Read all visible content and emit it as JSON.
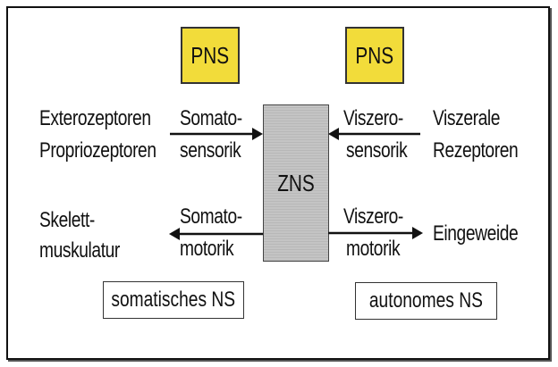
{
  "pns_left": "PNS",
  "pns_right": "PNS",
  "zns": "ZNS",
  "left": {
    "receptors": [
      "Exterozeptoren",
      "Propriozeptoren"
    ],
    "effector": [
      "Skelett-",
      "muskulatur"
    ],
    "sensory": [
      "Somato-",
      "sensorik"
    ],
    "motor": [
      "Somato-",
      "motorik"
    ],
    "system": "somatisches NS"
  },
  "right": {
    "receptors": [
      "Viszerale",
      "Rezeptoren"
    ],
    "effector": "Eingeweide",
    "sensory": [
      "Viszero-",
      "sensorik"
    ],
    "motor": [
      "Viszero-",
      "motorik"
    ],
    "system": "autonomes NS"
  }
}
